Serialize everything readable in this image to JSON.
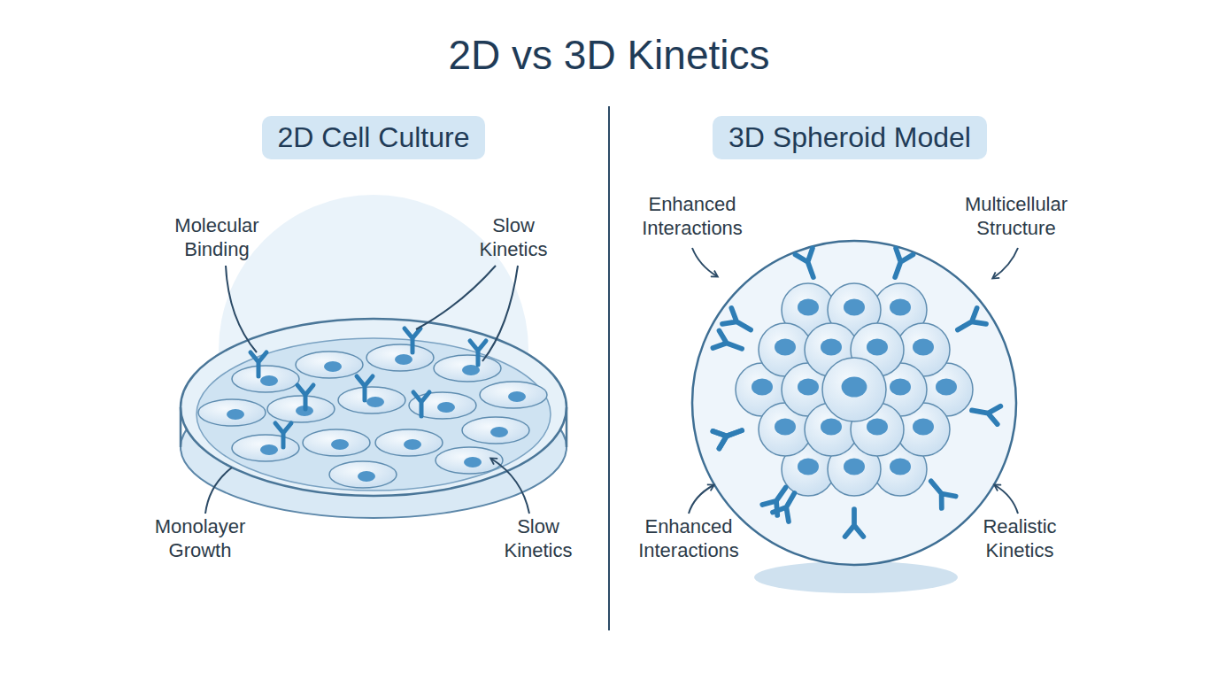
{
  "diagram": {
    "title": "2D vs 3D Kinetics",
    "nodes": [
      {
        "text": [
          "2D Cell Culture"
        ]
      },
      {
        "text": [
          "3D Spheroid Model"
        ]
      }
    ],
    "labels": [
      "Molecular Binding",
      "Slow Kinetics",
      "Monolayer Growth",
      "Slow Kinetics",
      "Enhanced Interactions",
      "Multicellular Structure",
      "Enhanced Interactions",
      "Realistic Kinetics"
    ]
  }
}
